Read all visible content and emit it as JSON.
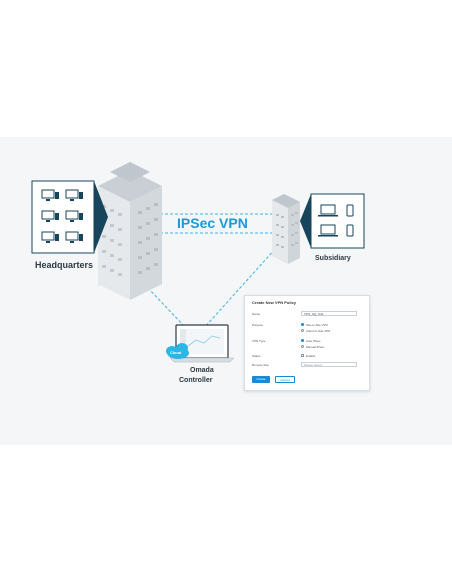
{
  "diagram": {
    "vpn_label": "IPSec VPN",
    "headquarters_label": "Headquarters",
    "subsidiary_label": "Subsidiary",
    "controller_label_line1": "Omada",
    "controller_label_line2": "Controller",
    "cloud_badge": "Cloud"
  },
  "form": {
    "title": "Create New VPN Policy",
    "name_label": "Name",
    "name_value": "VPN_HQ_Sub",
    "purpose_label": "Purpose",
    "purpose_option1": "Site-to-Site VPN",
    "purpose_option2": "Client-to-Site VPN",
    "vpn_type_label": "VPN Type",
    "vpn_type_option1": "Auto IPsec",
    "vpn_type_option2": "Manual IPsec",
    "status_label": "Status",
    "status_option": "Enable",
    "remote_site_label": "Remote Site",
    "remote_site_placeholder": "Please Select",
    "create_button": "Create",
    "cancel_button": "Cancel"
  },
  "colors": {
    "accent": "#1a9bd7",
    "panel_accent": "#1a8ad4",
    "building_dark": "#17465c",
    "text_dark": "#2e3a44"
  },
  "icons": {
    "hq_devices": "desktop-icon",
    "subsidiary_devices": [
      "laptop-icon",
      "phone-icon"
    ],
    "controller": "laptop-icon",
    "cloud": "cloud-icon"
  }
}
